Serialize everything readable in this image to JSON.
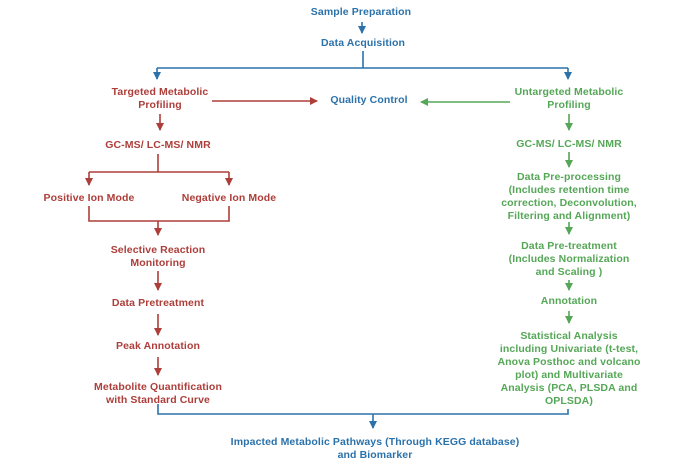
{
  "colors": {
    "blue": "#2b72ab",
    "red": "#ad3e3a",
    "green": "#55a757",
    "background": "#ffffff"
  },
  "nodes": {
    "sample_preparation": {
      "label": "Sample Preparation",
      "color": "blue"
    },
    "data_acquisition": {
      "label": "Data Acquisition",
      "color": "blue"
    },
    "targeted_profiling": {
      "label": "Targeted Metabolic\nProfiling",
      "color": "red"
    },
    "quality_control": {
      "label": "Quality Control",
      "color": "blue"
    },
    "untargeted_profiling": {
      "label": "Untargeted Metabolic\nProfiling",
      "color": "green"
    },
    "gcms_left": {
      "label": "GC-MS/ LC-MS/ NMR",
      "color": "red"
    },
    "positive_ion_mode": {
      "label": "Positive Ion Mode",
      "color": "red"
    },
    "negative_ion_mode": {
      "label": "Negative Ion Mode",
      "color": "red"
    },
    "selective_reaction_monitoring": {
      "label": "Selective Reaction\nMonitoring",
      "color": "red"
    },
    "data_pretreatment_left": {
      "label": "Data Pretreatment",
      "color": "red"
    },
    "peak_annotation": {
      "label": "Peak Annotation",
      "color": "red"
    },
    "metabolite_quantification": {
      "label": "Metabolite Quantification\nwith Standard Curve",
      "color": "red"
    },
    "gcms_right": {
      "label": "GC-MS/ LC-MS/ NMR",
      "color": "green"
    },
    "data_preprocessing": {
      "label": "Data Pre-processing\n(Includes retention time\ncorrection, Deconvolution,\nFiltering and Alignment)",
      "color": "green"
    },
    "data_pretreatment_right": {
      "label": "Data Pre-treatment\n(Includes Normalization\nand Scaling )",
      "color": "green"
    },
    "annotation": {
      "label": "Annotation",
      "color": "green"
    },
    "statistical_analysis": {
      "label": "Statistical Analysis\nincluding Univariate (t-test,\nAnova Posthoc and volcano\nplot) and Multivariate\nAnalysis (PCA, PLSDA and\nOPLSDA)",
      "color": "green"
    },
    "impacted_pathways": {
      "label": "Impacted Metabolic Pathways (Through KEGG database)\nand Biomarker",
      "color": "blue"
    }
  },
  "edges": [
    {
      "from": "Sample Preparation",
      "to": "Data Acquisition",
      "color": "blue"
    },
    {
      "from": "Data Acquisition",
      "to": "Targeted Metabolic Profiling",
      "color": "blue"
    },
    {
      "from": "Data Acquisition",
      "to": "Untargeted Metabolic Profiling",
      "color": "blue"
    },
    {
      "from": "Targeted Metabolic Profiling",
      "to": "Quality Control",
      "color": "red"
    },
    {
      "from": "Untargeted Metabolic Profiling",
      "to": "Quality Control",
      "color": "green"
    },
    {
      "from": "Targeted Metabolic Profiling",
      "to": "GC-MS/ LC-MS/ NMR (left)",
      "color": "red"
    },
    {
      "from": "GC-MS/ LC-MS/ NMR (left)",
      "to": "Positive Ion Mode",
      "color": "red"
    },
    {
      "from": "GC-MS/ LC-MS/ NMR (left)",
      "to": "Negative Ion Mode",
      "color": "red"
    },
    {
      "from": "Positive Ion Mode / Negative Ion Mode",
      "to": "Selective Reaction Monitoring",
      "color": "red"
    },
    {
      "from": "Selective Reaction Monitoring",
      "to": "Data Pretreatment",
      "color": "red"
    },
    {
      "from": "Data Pretreatment",
      "to": "Peak Annotation",
      "color": "red"
    },
    {
      "from": "Peak Annotation",
      "to": "Metabolite Quantification with Standard Curve",
      "color": "red"
    },
    {
      "from": "Untargeted Metabolic Profiling",
      "to": "GC-MS/ LC-MS/ NMR (right)",
      "color": "green"
    },
    {
      "from": "GC-MS/ LC-MS/ NMR (right)",
      "to": "Data Pre-processing",
      "color": "green"
    },
    {
      "from": "Data Pre-processing",
      "to": "Data Pre-treatment",
      "color": "green"
    },
    {
      "from": "Data Pre-treatment",
      "to": "Annotation",
      "color": "green"
    },
    {
      "from": "Annotation",
      "to": "Statistical Analysis",
      "color": "green"
    },
    {
      "from": "Metabolite Quantification with Standard Curve / Statistical Analysis",
      "to": "Impacted Metabolic Pathways (Through KEGG database) and Biomarker",
      "color": "blue"
    }
  ]
}
